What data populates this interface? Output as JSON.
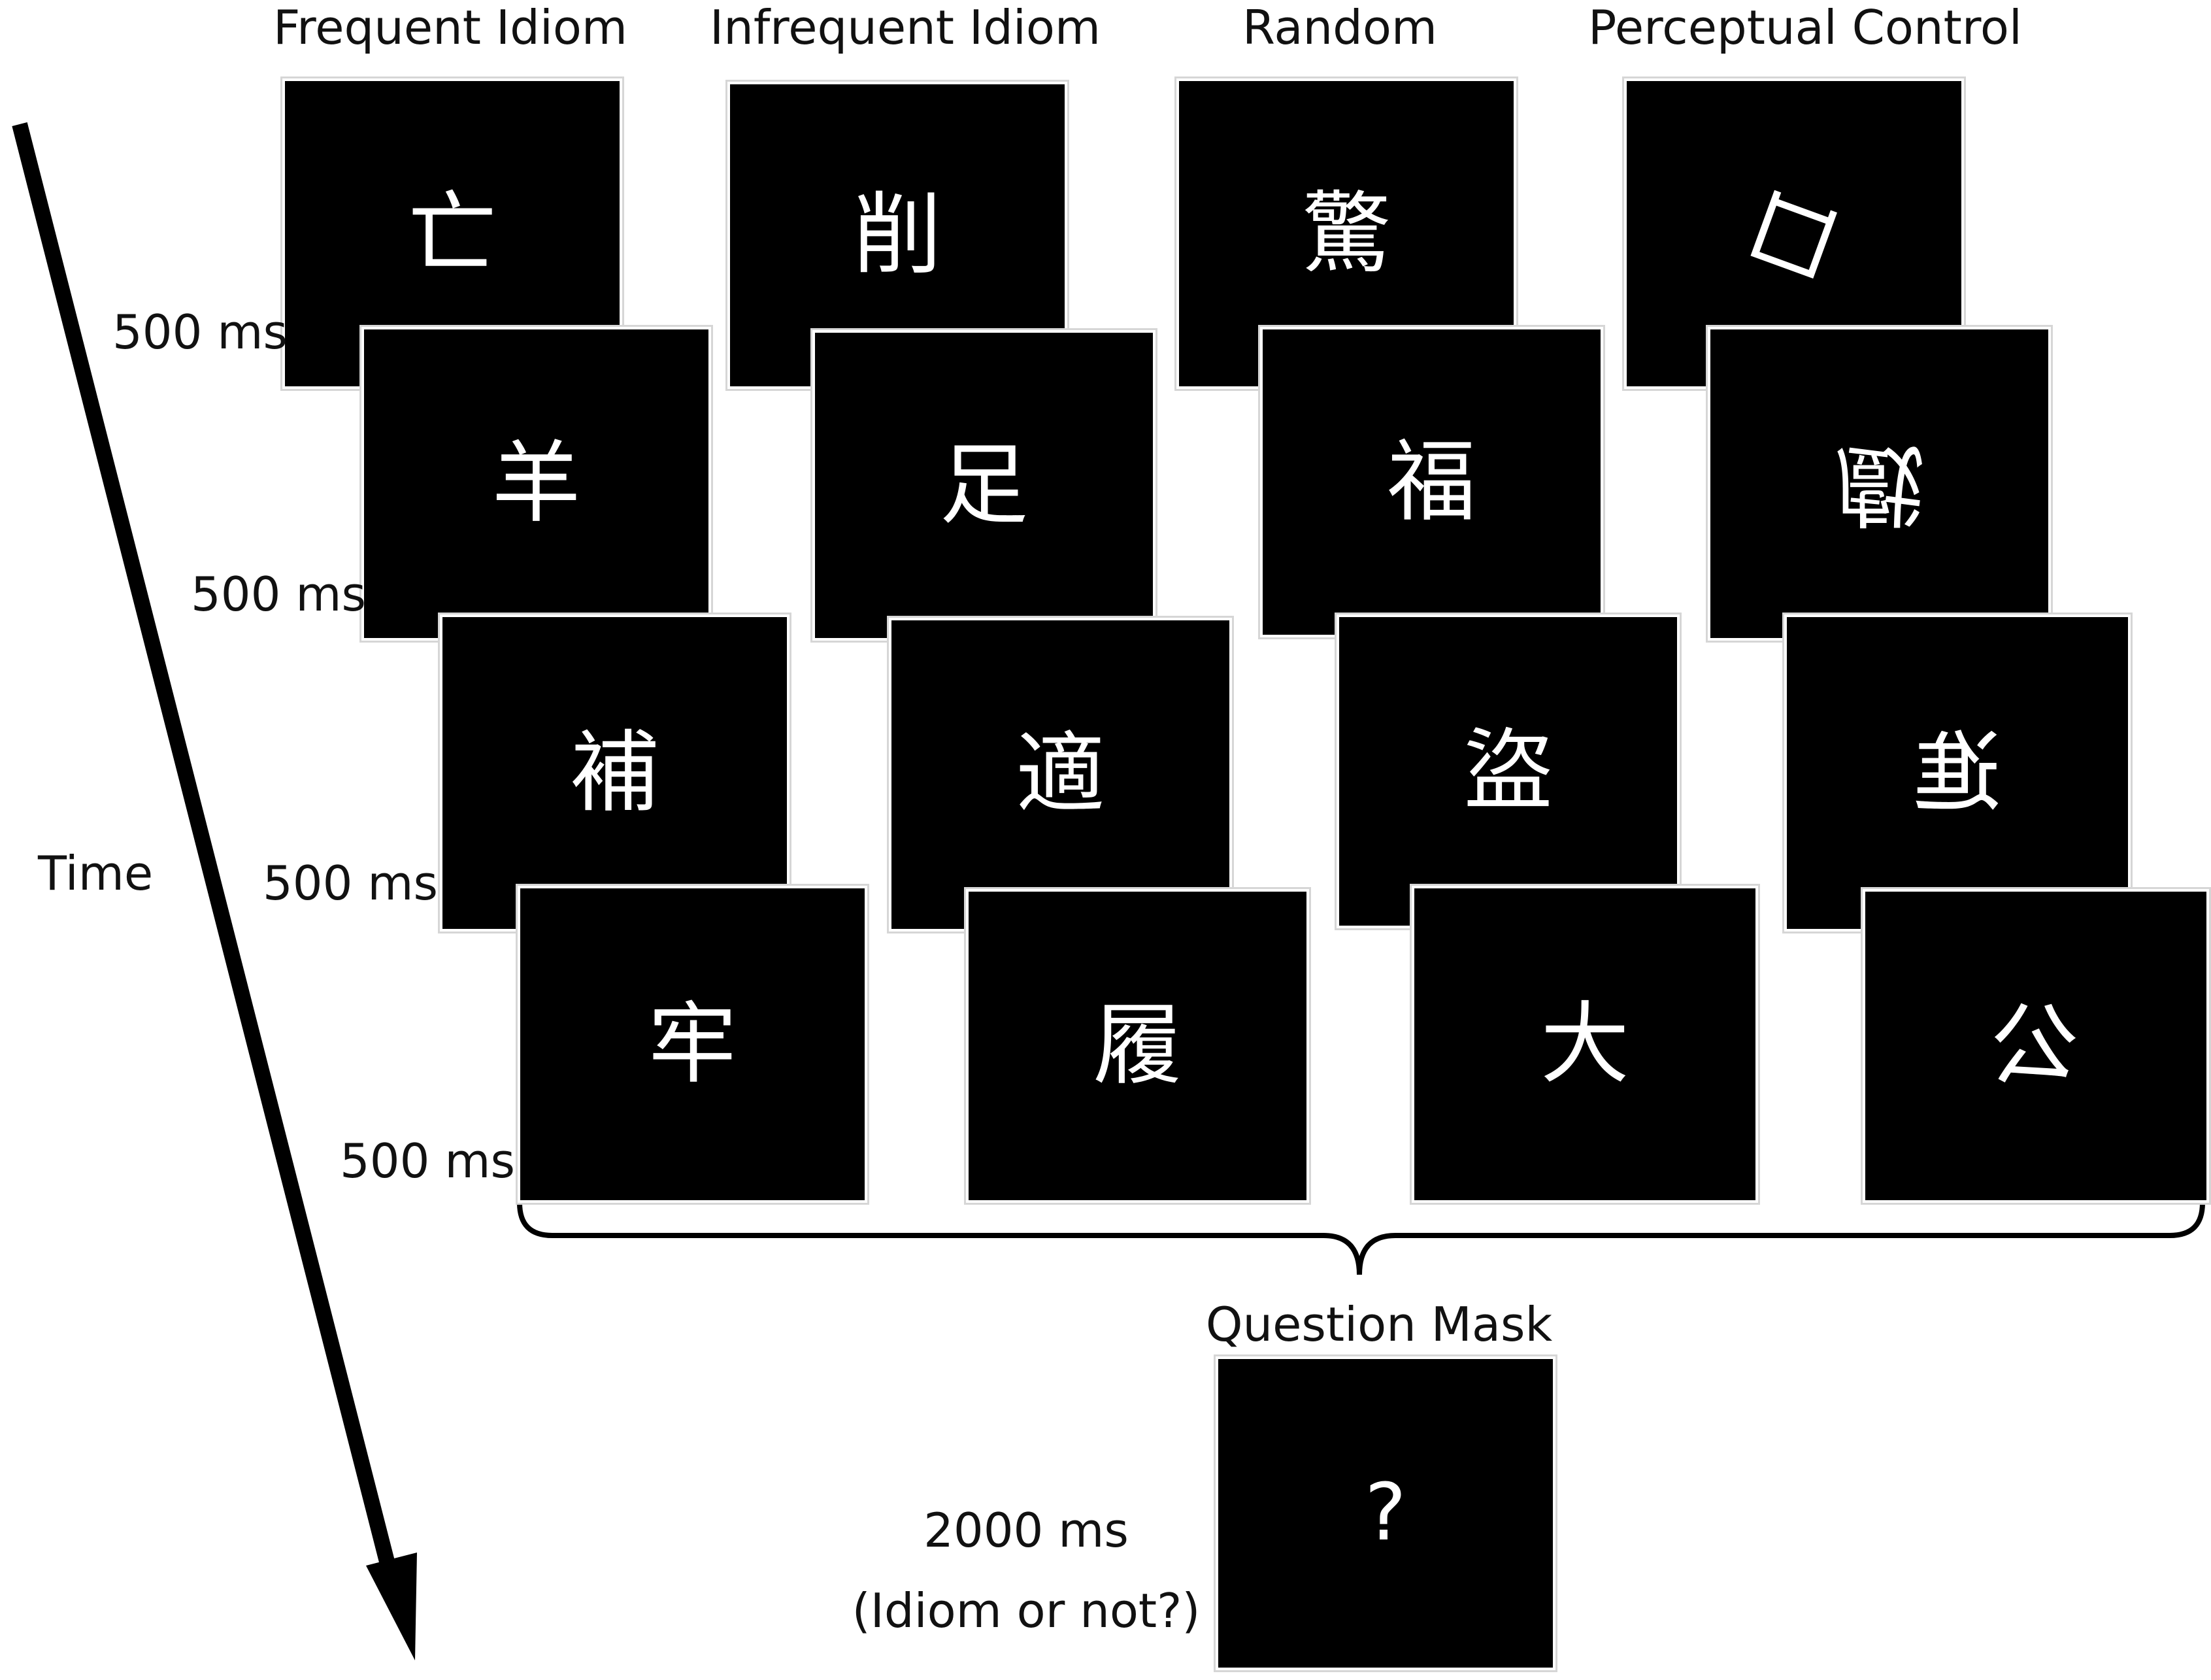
{
  "columns": [
    {
      "heading": "Frequent Idiom",
      "characters": [
        "亡",
        "羊",
        "補",
        "牢"
      ]
    },
    {
      "heading": "Infrequent Idiom",
      "characters": [
        "削",
        "足",
        "適",
        "履"
      ]
    },
    {
      "heading": "Random",
      "characters": [
        "驚",
        "福",
        "盜",
        "大"
      ]
    },
    {
      "heading": "Perceptual Control",
      "characters": [
        "口",
        "戲",
        "進",
        "公"
      ]
    }
  ],
  "durations": [
    "500 ms",
    "500 ms",
    "500 ms",
    "500 ms"
  ],
  "time_label": "Time",
  "question_mask": {
    "title": "Question Mask",
    "duration": "2000 ms",
    "prompt": "(Idiom or not?)",
    "symbol": "?"
  },
  "colors": {
    "screen": "#000000",
    "glyph": "#ffffff",
    "arrow": "#000000",
    "text": "#111111"
  }
}
